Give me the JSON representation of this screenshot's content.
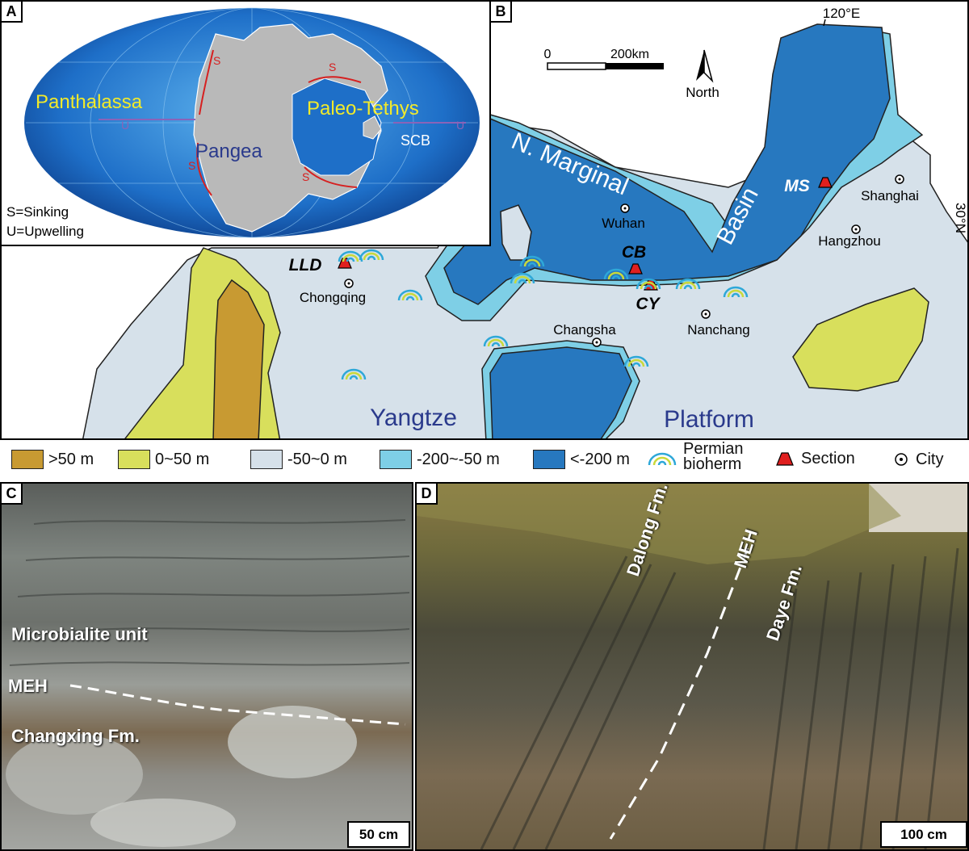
{
  "panels": {
    "a": {
      "label": "A",
      "oceans": [
        "Panthalassa",
        "Paleo-Tethys"
      ],
      "continent": "Pangea",
      "block": "SCB",
      "flow_marks": {
        "s": "S",
        "u": "U"
      },
      "key": [
        "S=Sinking",
        "U=Upwelling"
      ],
      "colors": {
        "ocean": "#1e6fc8",
        "land": "#b9b9b9",
        "ocean_text": "#f2ea2a",
        "land_text": "#2a3a8c",
        "sinking": "#d62020",
        "upwelling": "#8a63b8"
      }
    },
    "b": {
      "label": "B",
      "longitude": "120°E",
      "latitude": "30°N",
      "scale": {
        "zero": "0",
        "length": "200km"
      },
      "north": "North",
      "basin_label": {
        "first": "N. Marginal",
        "second": "Basin"
      },
      "platform_label": {
        "first": "Yangtze",
        "second": "Platform"
      },
      "cities": [
        "Wuhan",
        "Shanghai",
        "Hangzhou",
        "Chongqing",
        "Changsha",
        "Nanchang"
      ],
      "sections": [
        "LLD",
        "CB",
        "CY",
        "MS"
      ],
      "colors": {
        ">50 m": "#c89a32",
        "0~50 m": "#d8df5c",
        "-50~0 m": "#d6e1ea",
        "-200~-50 m": "#7ecfe6",
        "<-200 m": "#2778bf",
        "section": "#e01f1f"
      }
    },
    "c": {
      "label": "C",
      "units": [
        "Microbialite unit",
        "MEH",
        "Changxing Fm."
      ],
      "scale": "50 cm"
    },
    "d": {
      "label": "D",
      "units": [
        "Dalong Fm.",
        "MEH",
        "Daye Fm."
      ],
      "scale": "100 cm"
    }
  },
  "legend": [
    {
      "name": ">50 m",
      "color": "#c89a32"
    },
    {
      "name": "0~50 m",
      "color": "#d8df5c"
    },
    {
      "name": "-50~0 m",
      "color": "#d6e1ea"
    },
    {
      "name": "-200~-50 m",
      "color": "#7ecfe6"
    },
    {
      "name": "<-200 m",
      "color": "#2778bf"
    },
    {
      "name_line1": "Permian",
      "name_line2": "bioherm",
      "icon": "bioherm-icon"
    },
    {
      "name": "Section",
      "icon": "section-triangle-icon"
    },
    {
      "name": "City",
      "icon": "city-dot-icon"
    }
  ]
}
